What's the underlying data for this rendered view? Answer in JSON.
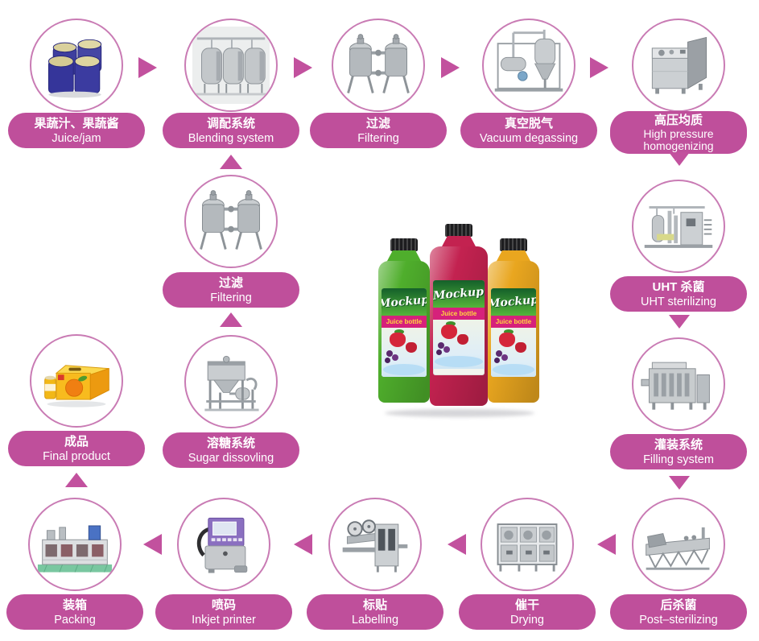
{
  "palette": {
    "pill_background": "#bf4f9b",
    "arrow_color": "#c2519e",
    "circle_ring": "#c97bb4",
    "label_text": "#ffffff",
    "background": "#ffffff"
  },
  "nodes": [
    {
      "id": "juice-jam",
      "zh": "果蔬汁、果蔬酱",
      "en": "Juice/jam",
      "icon": "blue-barrels-photo"
    },
    {
      "id": "blending-system",
      "zh": "调配系统",
      "en": "Blending system",
      "icon": "blending-tanks-photo"
    },
    {
      "id": "filtering-top",
      "zh": "过滤",
      "en": "Filtering",
      "icon": "duplex-filter-photo"
    },
    {
      "id": "vacuum-degassing",
      "zh": "真空脱气",
      "en": "Vacuum degassing",
      "icon": "vacuum-degasser-photo"
    },
    {
      "id": "high-pressure-homogenizing",
      "zh": "高压均质",
      "en": "High pressure homogenizing",
      "icon": "homogenizer-photo"
    },
    {
      "id": "uht-sterilizing",
      "zh": "UHT 杀菌",
      "en": "UHT sterilizing",
      "icon": "uht-sterilizer-photo"
    },
    {
      "id": "filling-system",
      "zh": "灌装系统",
      "en": "Filling system",
      "icon": "filling-machine-photo"
    },
    {
      "id": "post-sterilizing",
      "zh": "后杀菌",
      "en": "Post–sterilizing",
      "icon": "post-sterilizer-photo"
    },
    {
      "id": "drying",
      "zh": "催干",
      "en": "Drying",
      "icon": "drying-machine-photo"
    },
    {
      "id": "labelling",
      "zh": "标贴",
      "en": "Labelling",
      "icon": "labelling-machine-photo"
    },
    {
      "id": "inkjet-printer",
      "zh": "喷码",
      "en": "Inkjet printer",
      "icon": "inkjet-printer-photo"
    },
    {
      "id": "packing",
      "zh": "装箱",
      "en": "Packing",
      "icon": "packing-machine-photo"
    },
    {
      "id": "final-product",
      "zh": "成品",
      "en": "Final product",
      "icon": "product-carton-photo"
    },
    {
      "id": "filtering-mid",
      "zh": "过滤",
      "en": "Filtering",
      "icon": "duplex-filter-photo"
    },
    {
      "id": "sugar-dissolving",
      "zh": "溶糖系统",
      "en": "Sugar dissovling",
      "icon": "sugar-dissolver-photo"
    }
  ],
  "center_product": {
    "brand": "Mockup",
    "label_line": "Juice bottle",
    "bottle_colors": [
      "#4fae2c",
      "#c32250",
      "#e9a61f"
    ]
  },
  "flow": [
    {
      "from": "juice-jam",
      "to": "blending-system",
      "direction": "right"
    },
    {
      "from": "blending-system",
      "to": "filtering-top",
      "direction": "right"
    },
    {
      "from": "filtering-top",
      "to": "vacuum-degassing",
      "direction": "right"
    },
    {
      "from": "vacuum-degassing",
      "to": "high-pressure-homogenizing",
      "direction": "right"
    },
    {
      "from": "high-pressure-homogenizing",
      "to": "uht-sterilizing",
      "direction": "down"
    },
    {
      "from": "uht-sterilizing",
      "to": "filling-system",
      "direction": "down"
    },
    {
      "from": "filling-system",
      "to": "post-sterilizing",
      "direction": "down"
    },
    {
      "from": "post-sterilizing",
      "to": "drying",
      "direction": "left"
    },
    {
      "from": "drying",
      "to": "labelling",
      "direction": "left"
    },
    {
      "from": "labelling",
      "to": "inkjet-printer",
      "direction": "left"
    },
    {
      "from": "inkjet-printer",
      "to": "packing",
      "direction": "left"
    },
    {
      "from": "packing",
      "to": "final-product",
      "direction": "up"
    },
    {
      "from": "sugar-dissolving",
      "to": "filtering-mid",
      "direction": "up"
    },
    {
      "from": "filtering-mid",
      "to": "blending-system",
      "direction": "up"
    }
  ]
}
